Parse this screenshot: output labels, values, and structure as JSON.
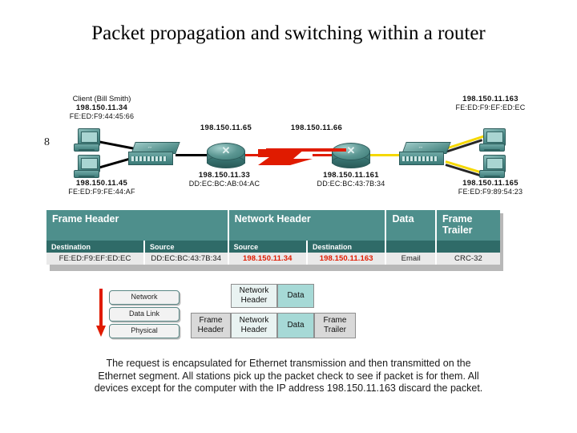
{
  "slide": {
    "title": "Packet propagation and switching within a router",
    "number": "8"
  },
  "topology": {
    "client_left_top": {
      "who": "Client (Bill Smith)",
      "ip": "198.150.11.34",
      "mac": "FE:ED:F9:44:45:66"
    },
    "client_left_bottom": {
      "ip": "198.150.11.45",
      "mac": "FE:ED:F9:FE:44:AF"
    },
    "router_left": {
      "ip_top": "198.150.11.65",
      "ip": "198.150.11.33",
      "mac": "DD:EC:BC:AB:04:AC"
    },
    "router_right": {
      "ip_top": "198.150.11.66",
      "ip": "198.150.11.161",
      "mac": "DD:EC:BC:43:7B:34"
    },
    "host_right_top": {
      "ip": "198.150.11.163",
      "mac": "FE:ED:F9:EF:ED:EC"
    },
    "host_right_bottom": {
      "ip": "198.150.11.165",
      "mac": "FE:ED:F9:89:54:23"
    },
    "icons": {
      "switch_arrows": "↔",
      "router_x": "✕"
    },
    "colors": {
      "device_teal": "#4e8f8c",
      "link_black": "#000000",
      "link_yellow": "#f5d800",
      "packet_red": "#e01b00"
    }
  },
  "frame_table": {
    "groups": [
      {
        "label": "Frame Header",
        "span": 2
      },
      {
        "label": "Network Header",
        "span": 2
      },
      {
        "label": "Data",
        "span": 1
      },
      {
        "label": "Frame Trailer",
        "span": 1
      }
    ],
    "subheaders": [
      "Destination",
      "Source",
      "Source",
      "Destination",
      "",
      ""
    ],
    "values": [
      "FE:ED:F9:EF:ED:EC",
      "DD:EC:BC:43:7B:34",
      "198.150.11.34",
      "198.150.11.163",
      "Email",
      "CRC-32"
    ],
    "red_value_indices": [
      2,
      3
    ],
    "colors": {
      "group_header_bg": "#4e8f8c",
      "sub_header_bg": "#2f6b68",
      "value_bg": "#e9e9e9",
      "red_text": "#e01b00"
    }
  },
  "osi_stack": {
    "layers": [
      "Network",
      "Data Link",
      "Physical"
    ],
    "arrow_direction": "down",
    "arrow_color": "#e01b00"
  },
  "encapsulation": {
    "upper_row": [
      {
        "label": "Network Header",
        "style": "light"
      },
      {
        "label": "Data",
        "style": "teal"
      }
    ],
    "lower_row": [
      {
        "label": "Frame Header",
        "style": "gray"
      },
      {
        "label": "Network Header",
        "style": "light"
      },
      {
        "label": "Data",
        "style": "teal"
      },
      {
        "label": "Frame Trailer",
        "style": "gray"
      }
    ]
  },
  "caption": "The request is encapsulated for  Ethernet transmission and then transmitted on the Ethernet segment. All stations pick up the packet check to see if packet is for them. All devices except for the computer with the IP address 198.150.11.163 discard the packet."
}
